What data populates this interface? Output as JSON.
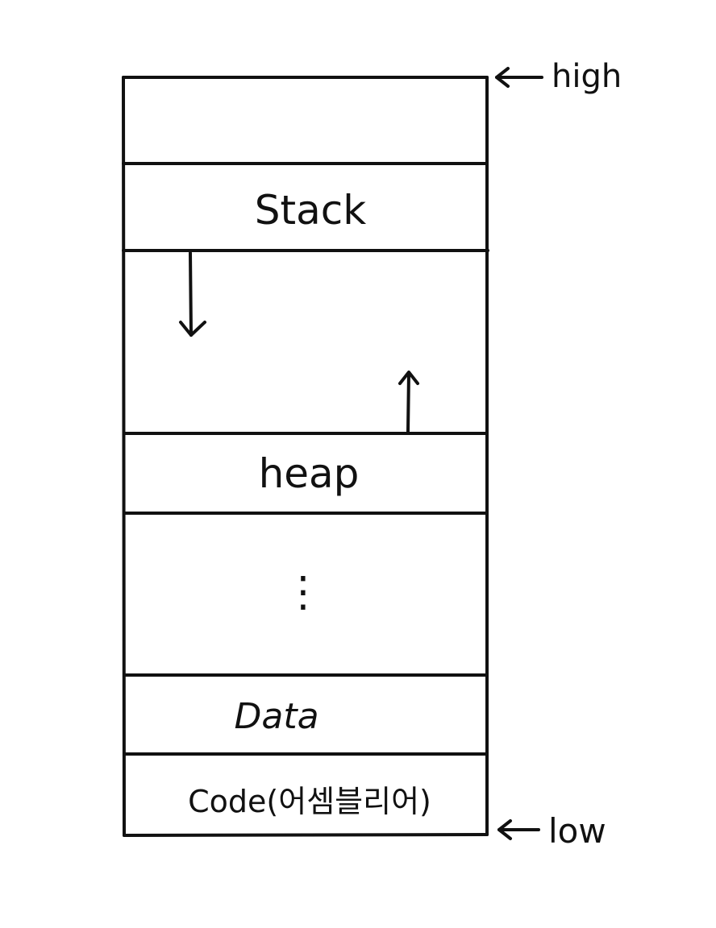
{
  "diagram": {
    "title": "",
    "ink_color": "#111111",
    "background": "#ffffff",
    "markers": {
      "high": "high",
      "low": "low"
    },
    "segments": {
      "top": "",
      "stack": "Stack",
      "free": "",
      "heap": "heap",
      "gap": "⋮",
      "data": "Data",
      "code": "Code(어셈블리어)"
    },
    "growth": {
      "stack_direction": "down",
      "heap_direction": "up"
    }
  }
}
